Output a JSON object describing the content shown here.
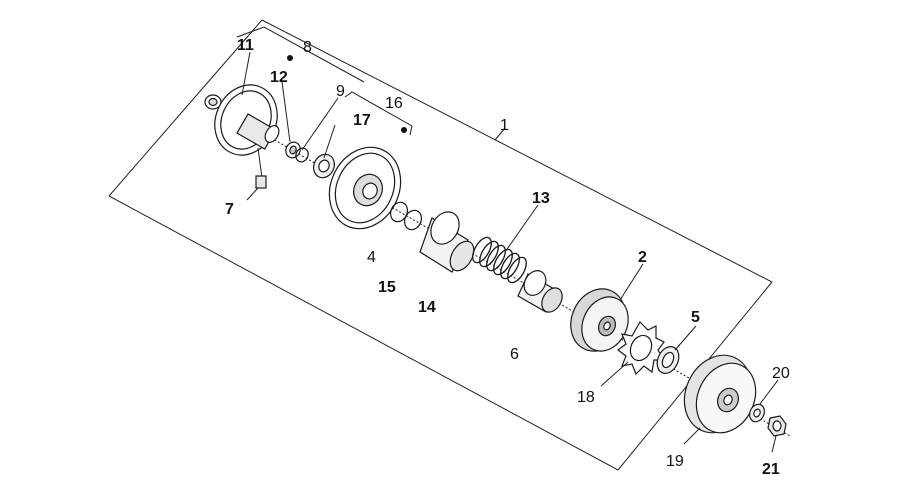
{
  "callouts": {
    "c1": "1",
    "c2": "2",
    "c4": "4",
    "c5": "5",
    "c6": "6",
    "c7": "7",
    "c8": "8",
    "c9": "9",
    "c11": "11",
    "c12": "12",
    "c13": "13",
    "c14": "14",
    "c15": "15",
    "c16": "16",
    "c17": "17",
    "c18": "18",
    "c19": "19",
    "c20": "20",
    "c21": "21"
  },
  "colors": {
    "ink": "#1a1a1a",
    "background": "#ffffff"
  }
}
